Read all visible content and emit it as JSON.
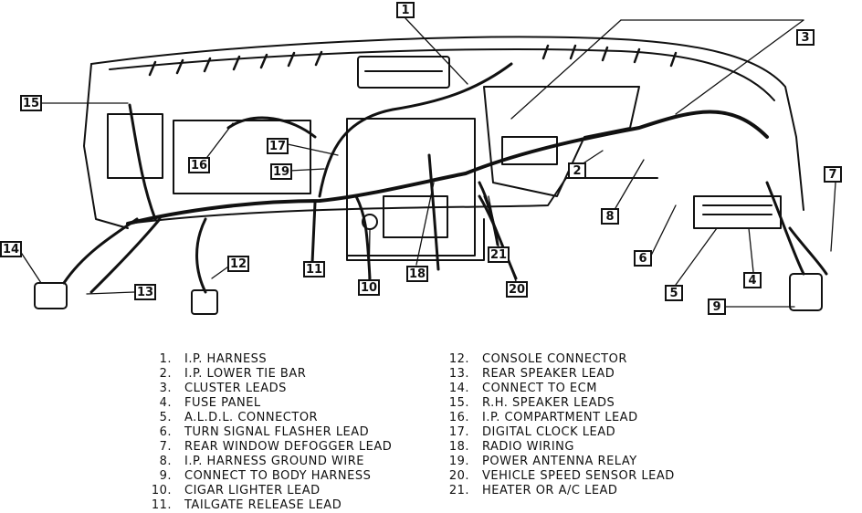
{
  "callouts": [
    {
      "id": "c1",
      "label": "1"
    },
    {
      "id": "c2",
      "label": "2"
    },
    {
      "id": "c3",
      "label": "3"
    },
    {
      "id": "c4",
      "label": "4"
    },
    {
      "id": "c5",
      "label": "5"
    },
    {
      "id": "c6",
      "label": "6"
    },
    {
      "id": "c7",
      "label": "7"
    },
    {
      "id": "c8",
      "label": "8"
    },
    {
      "id": "c9",
      "label": "9"
    },
    {
      "id": "c10",
      "label": "10"
    },
    {
      "id": "c11",
      "label": "11"
    },
    {
      "id": "c12",
      "label": "12"
    },
    {
      "id": "c13",
      "label": "13"
    },
    {
      "id": "c14",
      "label": "14"
    },
    {
      "id": "c15",
      "label": "15"
    },
    {
      "id": "c16",
      "label": "16"
    },
    {
      "id": "c17",
      "label": "17"
    },
    {
      "id": "c18",
      "label": "18"
    },
    {
      "id": "c19",
      "label": "19"
    },
    {
      "id": "c20",
      "label": "20"
    },
    {
      "id": "c21",
      "label": "21"
    }
  ],
  "legend": {
    "left": [
      {
        "num": "1.",
        "text": "I.P. HARNESS"
      },
      {
        "num": "2.",
        "text": "I.P. LOWER TIE BAR"
      },
      {
        "num": "3.",
        "text": "CLUSTER LEADS"
      },
      {
        "num": "4.",
        "text": "FUSE PANEL"
      },
      {
        "num": "5.",
        "text": "A.L.D.L. CONNECTOR"
      },
      {
        "num": "6.",
        "text": "TURN SIGNAL FLASHER LEAD"
      },
      {
        "num": "7.",
        "text": "REAR WINDOW DEFOGGER LEAD"
      },
      {
        "num": "8.",
        "text": "I.P. HARNESS GROUND WIRE"
      },
      {
        "num": "9.",
        "text": "CONNECT TO BODY HARNESS"
      },
      {
        "num": "10.",
        "text": "CIGAR LIGHTER LEAD"
      },
      {
        "num": "11.",
        "text": "TAILGATE RELEASE LEAD"
      }
    ],
    "right": [
      {
        "num": "12.",
        "text": "CONSOLE CONNECTOR"
      },
      {
        "num": "13.",
        "text": "REAR SPEAKER LEAD"
      },
      {
        "num": "14.",
        "text": "CONNECT TO ECM"
      },
      {
        "num": "15.",
        "text": "R.H. SPEAKER LEADS"
      },
      {
        "num": "16.",
        "text": "I.P. COMPARTMENT LEAD"
      },
      {
        "num": "17.",
        "text": "DIGITAL CLOCK LEAD"
      },
      {
        "num": "18.",
        "text": "RADIO WIRING"
      },
      {
        "num": "19.",
        "text": "POWER ANTENNA RELAY"
      },
      {
        "num": "20.",
        "text": "VEHICLE SPEED SENSOR LEAD"
      },
      {
        "num": "21.",
        "text": "HEATER OR A/C LEAD"
      }
    ]
  }
}
